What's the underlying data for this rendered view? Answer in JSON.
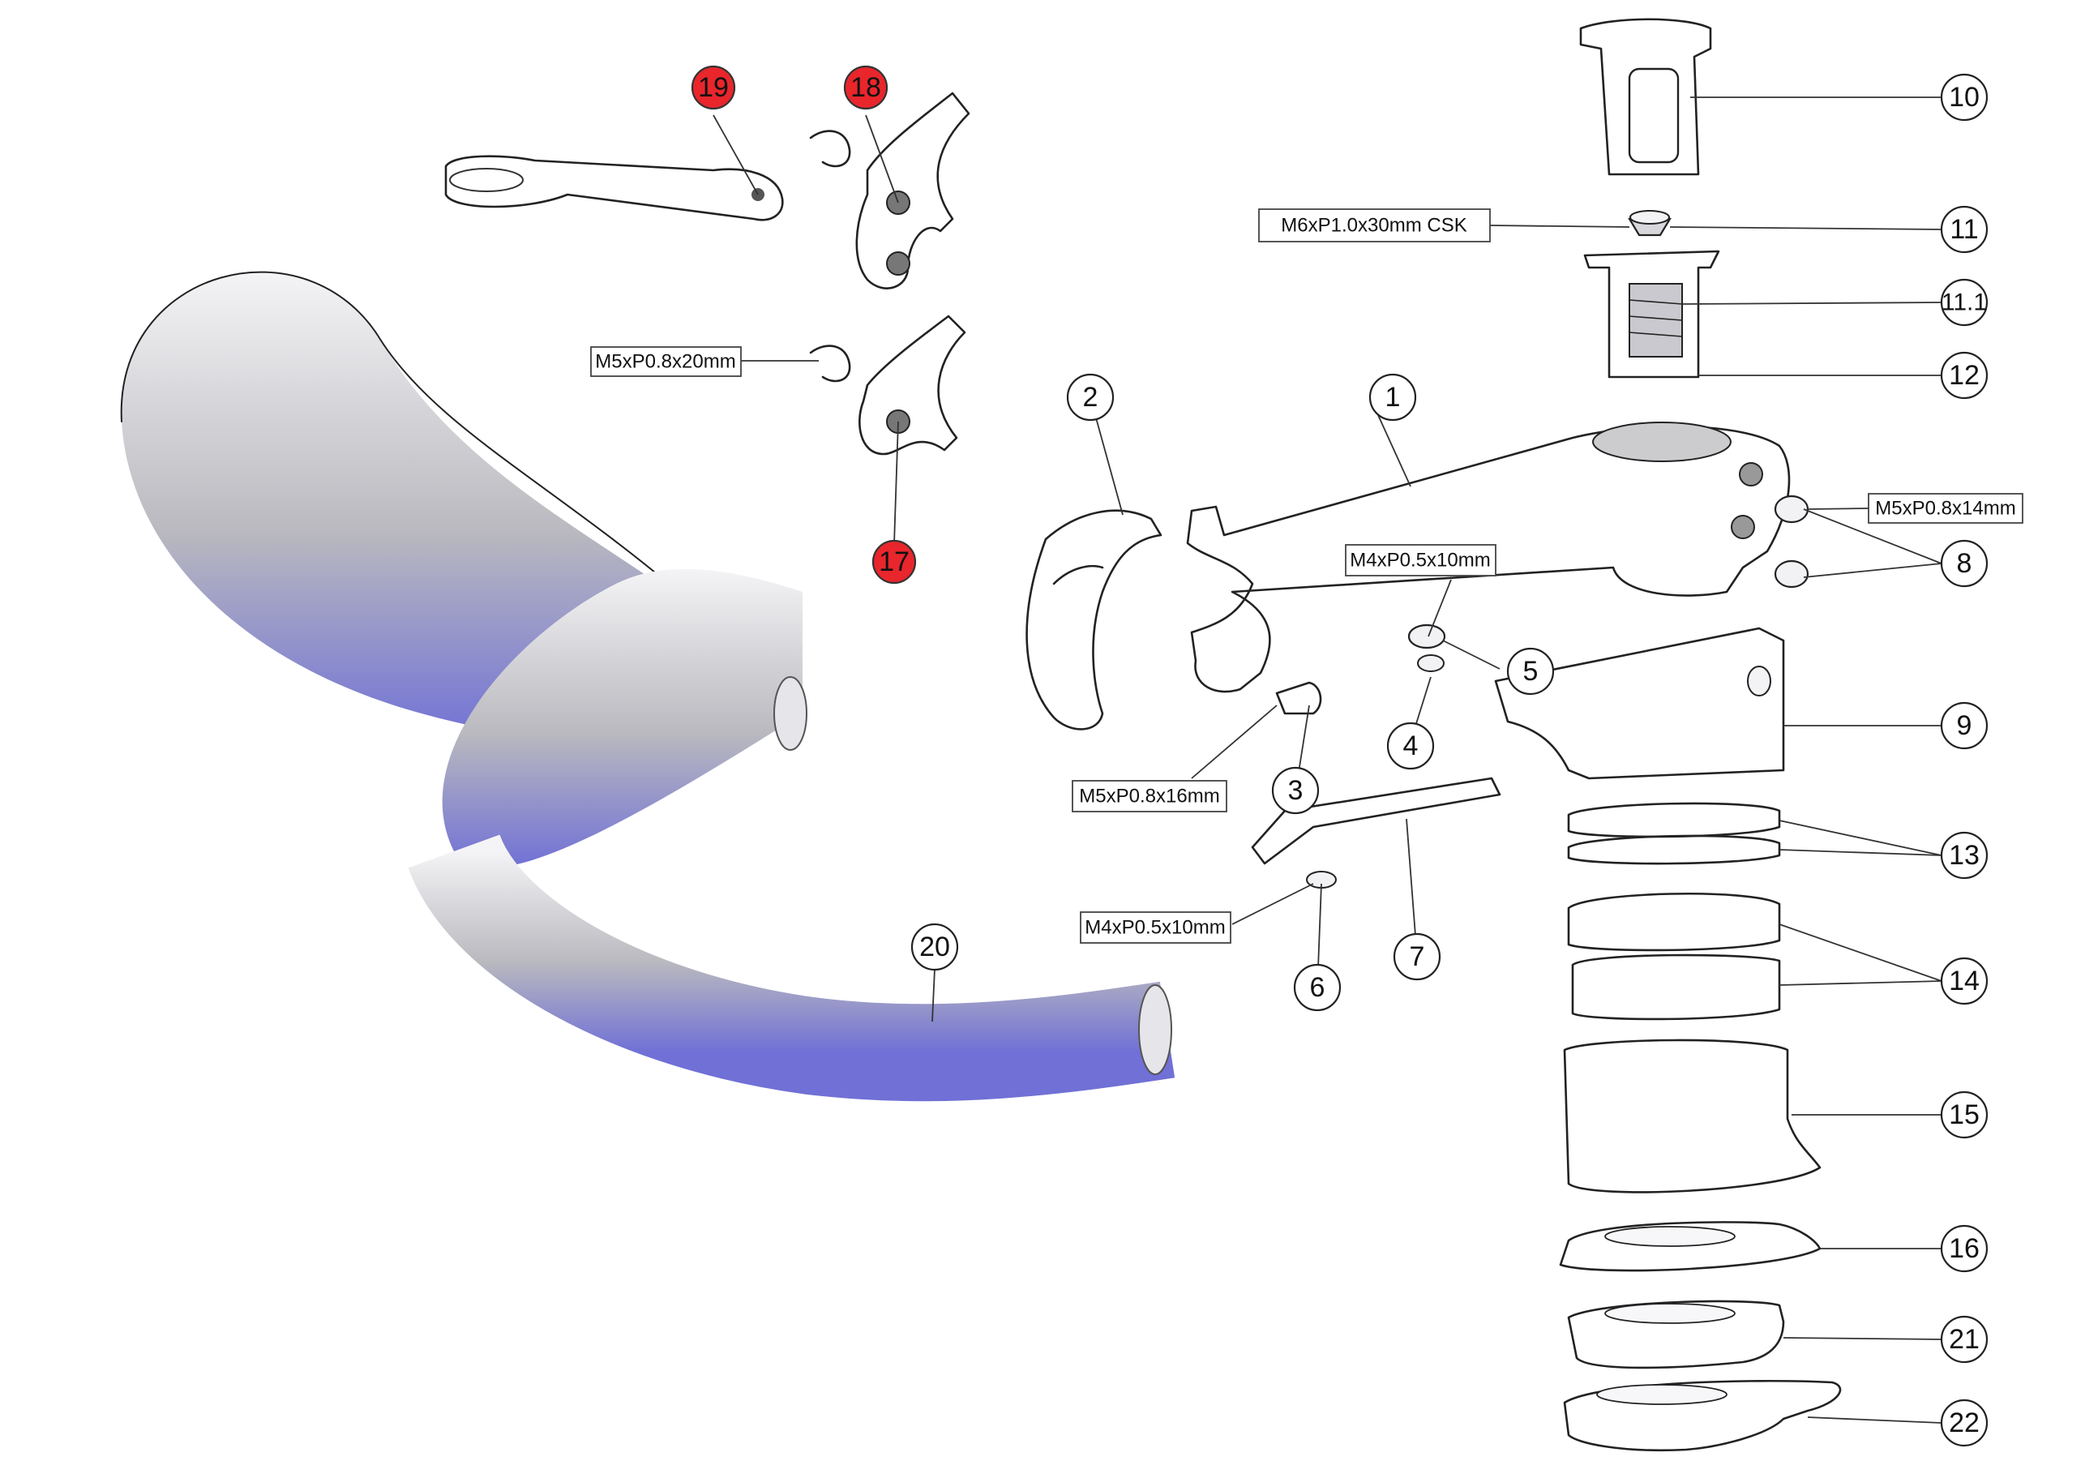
{
  "colors": {
    "highlight_callout": "#e8262c",
    "bar_shadow": "#6f6fd8",
    "outline": "#222222"
  },
  "callouts": [
    {
      "id": "c1",
      "label": "1",
      "highlight": false
    },
    {
      "id": "c2",
      "label": "2",
      "highlight": false
    },
    {
      "id": "c3",
      "label": "3",
      "highlight": false
    },
    {
      "id": "c4",
      "label": "4",
      "highlight": false
    },
    {
      "id": "c5",
      "label": "5",
      "highlight": false
    },
    {
      "id": "c6",
      "label": "6",
      "highlight": false
    },
    {
      "id": "c7",
      "label": "7",
      "highlight": false
    },
    {
      "id": "c8",
      "label": "8",
      "highlight": false
    },
    {
      "id": "c9",
      "label": "9",
      "highlight": false
    },
    {
      "id": "c10",
      "label": "10",
      "highlight": false
    },
    {
      "id": "c11",
      "label": "11",
      "highlight": false
    },
    {
      "id": "c11_1",
      "label": "11.1",
      "highlight": false
    },
    {
      "id": "c12",
      "label": "12",
      "highlight": false
    },
    {
      "id": "c13",
      "label": "13",
      "highlight": false
    },
    {
      "id": "c14",
      "label": "14",
      "highlight": false
    },
    {
      "id": "c15",
      "label": "15",
      "highlight": false
    },
    {
      "id": "c16",
      "label": "16",
      "highlight": false
    },
    {
      "id": "c17",
      "label": "17",
      "highlight": true
    },
    {
      "id": "c18",
      "label": "18",
      "highlight": true
    },
    {
      "id": "c19",
      "label": "19",
      "highlight": true
    },
    {
      "id": "c20",
      "label": "20",
      "highlight": false
    },
    {
      "id": "c21",
      "label": "21",
      "highlight": false
    },
    {
      "id": "c22",
      "label": "22",
      "highlight": false
    }
  ],
  "specs": [
    {
      "id": "s_m6_csk",
      "label": "M6xP1.0x30mm CSK"
    },
    {
      "id": "s_m5_20",
      "label": "M5xP0.8x20mm"
    },
    {
      "id": "s_m5_14",
      "label": "M5xP0.8x14mm"
    },
    {
      "id": "s_m4_top",
      "label": "M4xP0.5x10mm"
    },
    {
      "id": "s_m5_16",
      "label": "M5xP0.8x16mm"
    },
    {
      "id": "s_m4_bottom",
      "label": "M4xP0.5x10mm"
    }
  ]
}
